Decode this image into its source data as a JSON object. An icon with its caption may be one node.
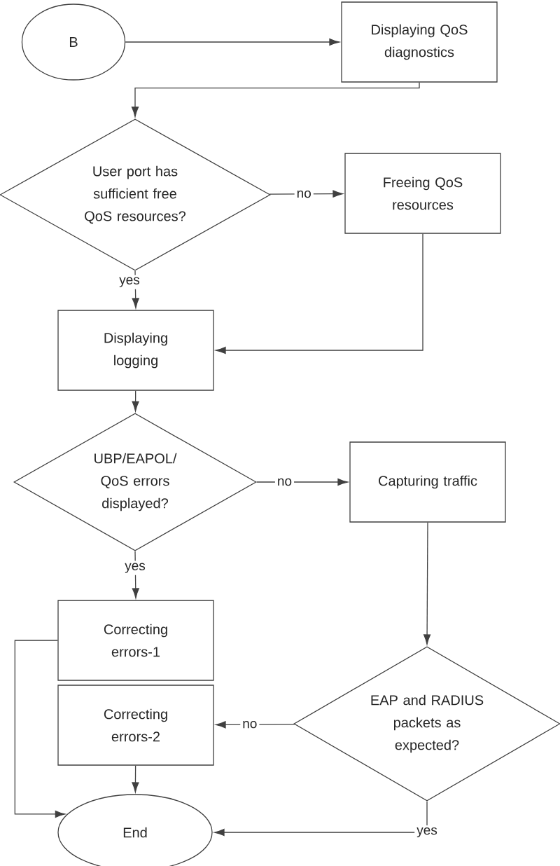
{
  "diagram": {
    "nodes": [
      {
        "text": [
          "B"
        ]
      },
      {
        "text": [
          "Displaying QoS diagnostics"
        ]
      },
      {
        "text": [
          "User port has sufficient free QoS resources?"
        ]
      },
      {
        "text": [
          "Freeing QoS resources"
        ]
      },
      {
        "text": [
          "Displaying logging"
        ]
      },
      {
        "text": [
          "UBP/EAPOL/ QoS errors displayed?"
        ]
      },
      {
        "text": [
          "Capturing traffic"
        ]
      },
      {
        "text": [
          "Correcting errors-1"
        ]
      },
      {
        "text": [
          "Correcting errors-2"
        ]
      },
      {
        "text": [
          "EAP and RADIUS packets as expected?"
        ]
      },
      {
        "text": [
          "End"
        ]
      }
    ],
    "edges": [
      {
        "from": 0,
        "to": 1,
        "arrow": "to"
      },
      {
        "from": 1,
        "to": 2,
        "arrow": "to"
      },
      {
        "from": 2,
        "to": 3,
        "label": "no",
        "arrow": "to"
      },
      {
        "from": 2,
        "to": 4,
        "label": "yes",
        "arrow": "to"
      },
      {
        "from": 3,
        "to": 4,
        "arrow": "to"
      },
      {
        "from": 4,
        "to": 5,
        "arrow": "to"
      },
      {
        "from": 5,
        "to": 6,
        "label": "no",
        "arrow": "to"
      },
      {
        "from": 5,
        "to": 7,
        "label": "yes",
        "arrow": "to"
      },
      {
        "from": 6,
        "to": 9,
        "arrow": "to"
      },
      {
        "from": 9,
        "to": 8,
        "label": "no",
        "arrow": "to"
      },
      {
        "from": 9,
        "to": 10,
        "label": "yes",
        "arrow": "to"
      },
      {
        "from": 8,
        "to": 10,
        "arrow": "to"
      },
      {
        "from": 7,
        "to": 10,
        "arrow": "to"
      }
    ]
  }
}
